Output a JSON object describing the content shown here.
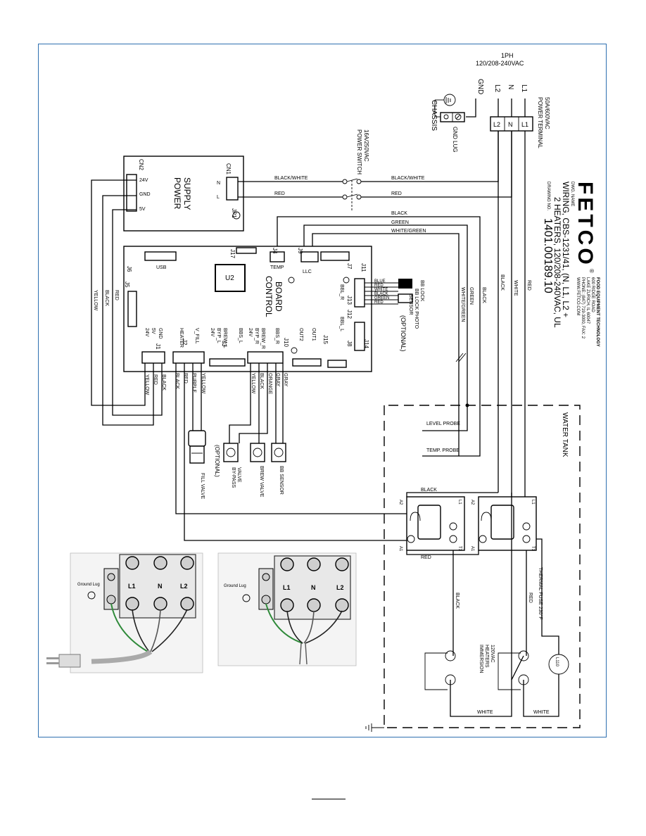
{
  "supply": {
    "phase": "1PH",
    "voltage": "120/208-240VAC"
  },
  "terminal": {
    "title": "POWER TERMINAL",
    "rating": "50A/600VAC",
    "inputs": [
      "GND",
      "L2",
      "N",
      "L1"
    ],
    "blocks": [
      "L2",
      "N",
      "L1"
    ]
  },
  "ground": {
    "chassis": "CHASSIS",
    "lug": "GND LUG"
  },
  "power_switch": {
    "title": "POWER SWITCH",
    "rating": "16A/250VAC"
  },
  "power_supply": {
    "title": [
      "POWER",
      "SUPPLY"
    ],
    "cn1": "CN1",
    "cn2": "CN2",
    "jp1": "JP1",
    "n": "N",
    "l": "L",
    "pins": [
      "24V",
      "GND",
      "5V"
    ]
  },
  "wires": {
    "black_white": "BLACK/WHITE",
    "red": "RED",
    "black": "BLACK",
    "green": "GREEN",
    "white_green": "WHITE/GREEN",
    "white": "WHITE",
    "yellow": "YELLOW",
    "purple": "PURPLE",
    "orange": "ORANGE",
    "gray": "GRAY",
    "blue": "BLUE"
  },
  "title_block": {
    "logo": "FETCO",
    "logo_mark": "®",
    "company": "FOOD EQUIPMENT TECHNOLOGY",
    "company_lines": [
      "600 RIDGE ROAD",
      "LAKE ZURICH, IL 60047",
      "PHONE: (847) 719-3000, FAX: 2",
      "WWW.FETCO.COM"
    ],
    "dwg_name_label": "DWG. NAME",
    "dwg_name": "WIRING, CBS-1231/41, (N, L1, L2 +",
    "dwg_name2": "2 HEATERS, 120/208-240VAC, UL",
    "drawing_no_label": "DRAWING NO.",
    "drawing_no": "1401.00189.10"
  },
  "control_board": {
    "title": [
      "CONTROL",
      "BOARD"
    ],
    "chip": "U2",
    "usb": "USB",
    "temp": "TEMP",
    "llc": "LLC",
    "connectors": [
      "J1",
      "J2",
      "J3",
      "J4",
      "J5",
      "J6",
      "J7",
      "J8",
      "J9",
      "J10",
      "J11",
      "J12",
      "J13",
      "J14",
      "J15",
      "J17"
    ],
    "j1_pins": [
      "24V",
      "5V",
      "GND"
    ],
    "j2_pins": [
      "HEATER",
      "V_FILL"
    ],
    "j3_pins": [
      "24V",
      "BYP_L",
      "BREW_L",
      "BBS_L"
    ],
    "j10_pins": [
      "24V",
      "BYP_R",
      "BREW_R",
      "BBS_R"
    ],
    "j15_pins": [
      "OUT2",
      "OUT1"
    ],
    "bbl": [
      "BBL_R",
      "BBL_L"
    ]
  },
  "bb_lock": {
    "lock": "BB LOCK",
    "photo": "BB LOCK PHOTO",
    "sensor": "SENSOR",
    "optional": "(OPTIONAL)"
  },
  "valves": {
    "fill": "FILL VALVE",
    "bypass": [
      "BY-PASS",
      "VALVE"
    ],
    "bypass_optional": "(OPTIONAL)",
    "brew": "BREW VALVE",
    "bb_sensor": "BB SENSOR"
  },
  "tank": {
    "title": "WATER TANK",
    "level_probe": "LEVEL PROBE",
    "temp_probe": "TEMP. PROBE",
    "relay_pins": [
      "A2",
      "L1",
      "A1",
      "T1"
    ],
    "thermal_fuse": "THERMAL FUSE 230°F",
    "fuse_label": "L110",
    "heaters": [
      "IMMERSION",
      "HEATERS",
      "120VAC"
    ]
  },
  "inset": {
    "ground_lug": "Ground Lug",
    "terminals": [
      "L1",
      "N",
      "L2"
    ]
  }
}
